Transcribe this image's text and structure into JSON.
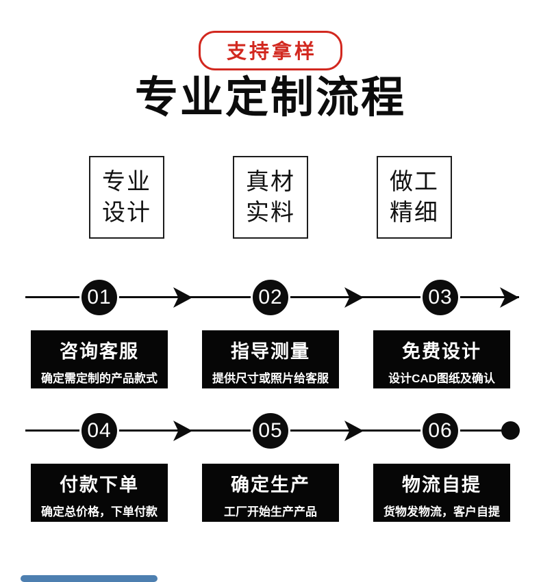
{
  "colors": {
    "accent_red": "#d2281f",
    "ink_black": "#0c0c0c",
    "box_black": "#060606",
    "white": "#ffffff",
    "scrollbar_blue": "#4d7fb0"
  },
  "badge": {
    "label": "支持拿样"
  },
  "title": {
    "text": "专业定制流程"
  },
  "features": [
    {
      "line1": "专业",
      "line2": "设计"
    },
    {
      "line1": "真材",
      "line2": "实料"
    },
    {
      "line1": "做工",
      "line2": "精细"
    }
  ],
  "flow_rows": [
    {
      "end_marker": "arrow",
      "steps": [
        {
          "number": "01",
          "title": "咨询客服",
          "desc": "确定需定制的产品款式"
        },
        {
          "number": "02",
          "title": "指导测量",
          "desc": "提供尺寸或照片给客服"
        },
        {
          "number": "03",
          "title": "免费设计",
          "desc": "设计CAD图纸及确认"
        }
      ]
    },
    {
      "end_marker": "dot",
      "steps": [
        {
          "number": "04",
          "title": "付款下单",
          "desc": "确定总价格，下单付款"
        },
        {
          "number": "05",
          "title": "确定生产",
          "desc": "工厂开始生产产品"
        },
        {
          "number": "06",
          "title": "物流自提",
          "desc": "货物发物流，客户自提"
        }
      ]
    }
  ]
}
